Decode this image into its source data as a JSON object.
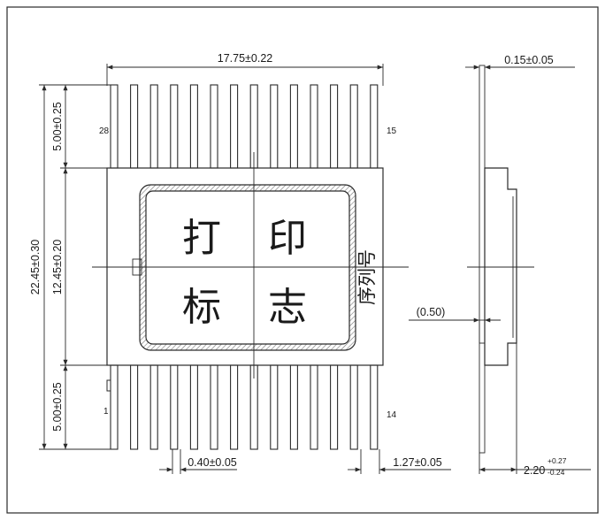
{
  "front_view": {
    "top_width_dim": "17.75±0.22",
    "top_lead_length_dim": "5.00±0.25",
    "body_height_dim": "12.45±0.20",
    "bottom_lead_length_dim": "5.00±0.25",
    "overall_height_dim": "22.45±0.30",
    "lead_width_dim": "0.40±0.05",
    "pitch_dim": "1.27±0.05",
    "pin_labels": {
      "top_left": "28",
      "top_right": "15",
      "bottom_left": "1",
      "bottom_right": "14"
    },
    "marking_text": [
      "打",
      "印",
      "标",
      "志"
    ],
    "serial_text": "序列号"
  },
  "side_view": {
    "lead_thickness_dim": "0.15±0.05",
    "standoff_dim": "(0.50)",
    "height_dim_main": "2.20",
    "height_tol_plus": "+0.27",
    "height_tol_minus": "-0.24"
  }
}
